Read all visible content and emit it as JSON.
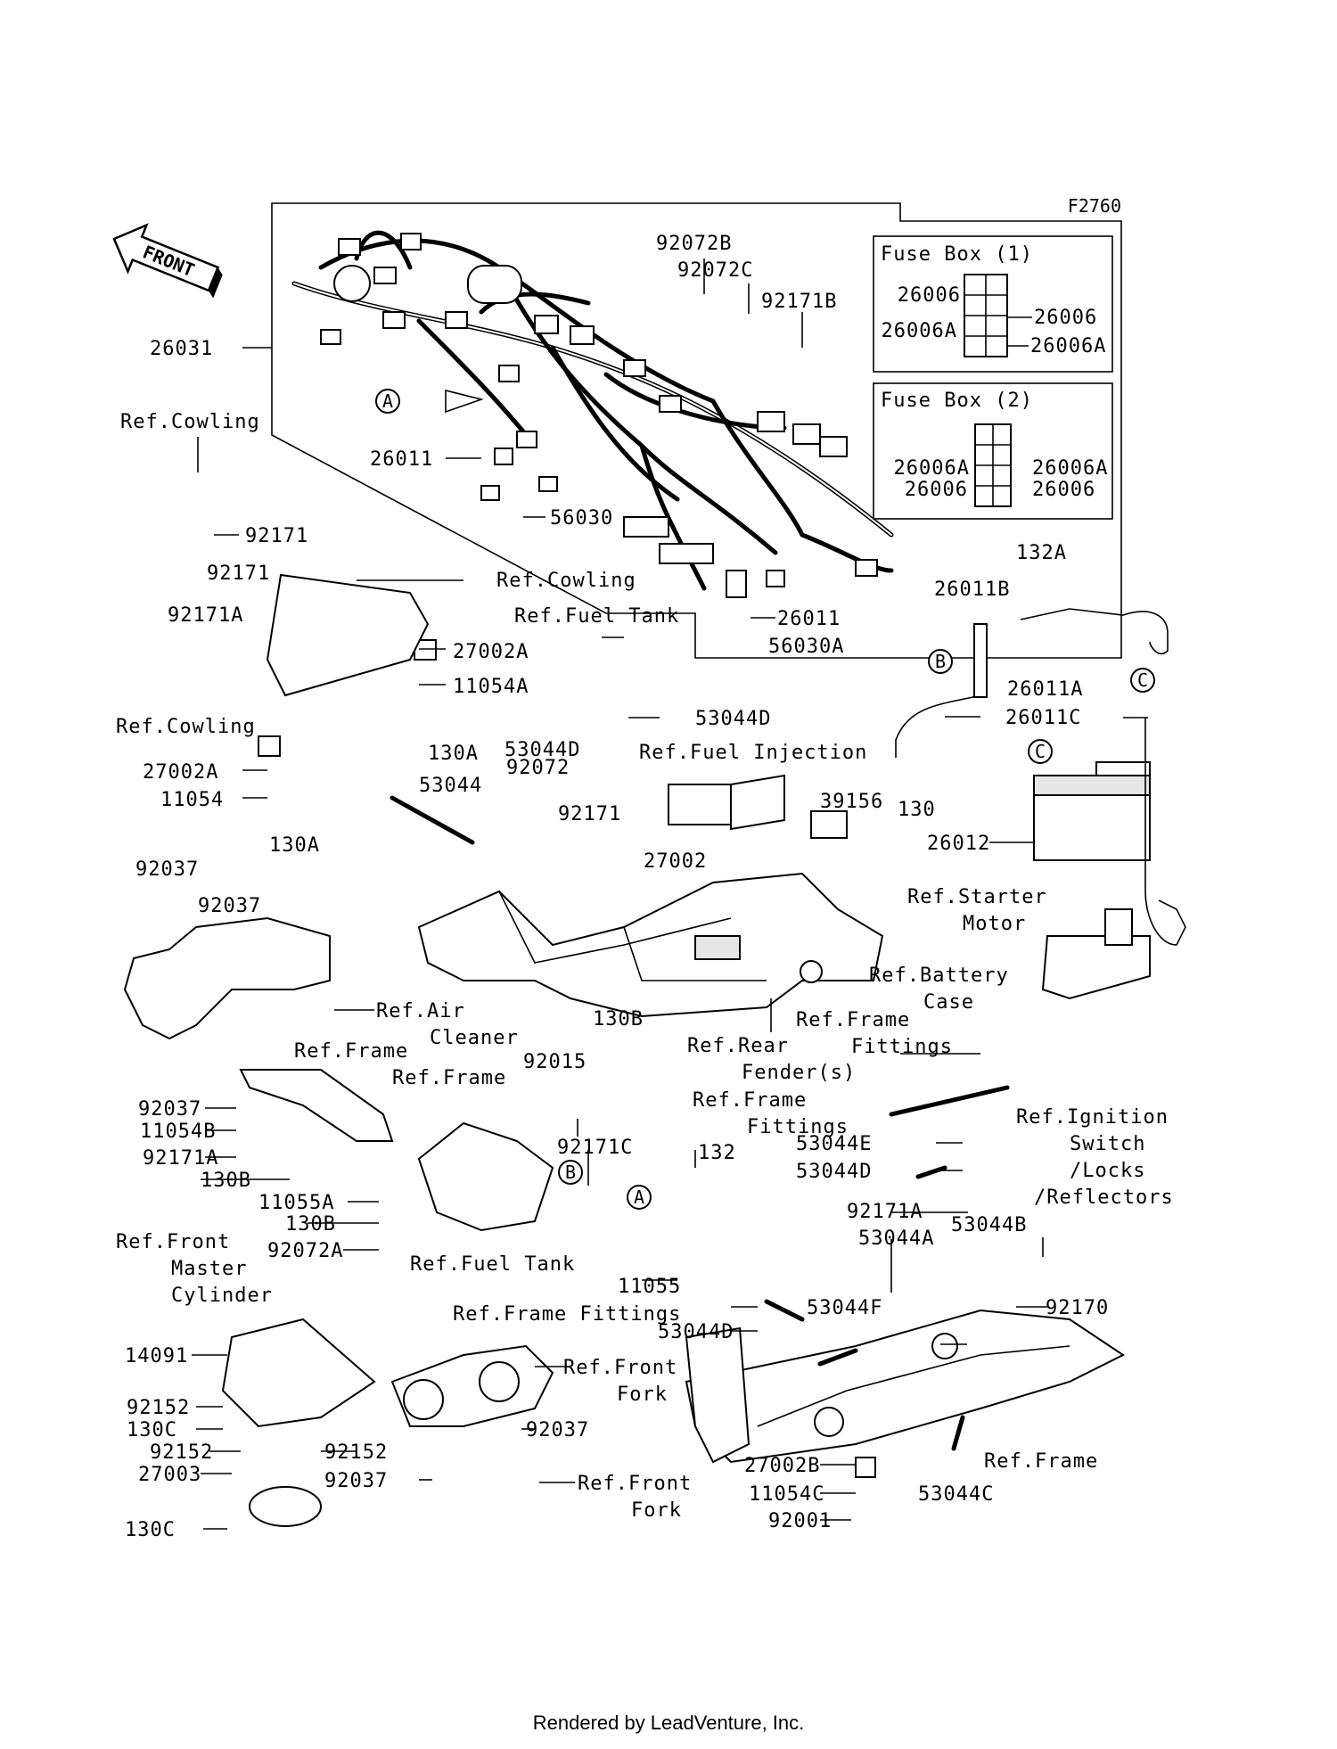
{
  "figure_code": "F2760",
  "front_label": "FRONT",
  "fuse_box_1": {
    "title": "Fuse Box (1)",
    "left": [
      "26006",
      "26006A"
    ],
    "right": [
      "26006",
      "26006A"
    ]
  },
  "fuse_box_2": {
    "title": "Fuse Box (2)",
    "left": [
      "26006A",
      "26006"
    ],
    "right": [
      "26006A",
      "26006"
    ]
  },
  "callouts": {
    "c_a": "A",
    "c_b": "B",
    "c_c": "C",
    "p26031": "26031",
    "p92072B": "92072B",
    "p92072C": "92072C",
    "p92171B": "92171B",
    "p26011_top": "26011",
    "p56030": "56030",
    "p26011_mid": "26011",
    "p56030A": "56030A",
    "ref_cowling_1": "Ref.Cowling",
    "p92171_1": "92171",
    "p92171_2": "92171",
    "ref_cowling_2": "Ref.Cowling",
    "p92171A_1": "92171A",
    "ref_fuel_tank_1": "Ref.Fuel Tank",
    "p27002A_1": "27002A",
    "p11054A": "11054A",
    "ref_cowling_3": "Ref.Cowling",
    "p130A_1": "130A",
    "p53044D_1": "53044D",
    "p53044D_2": "53044D",
    "p27002A_2": "27002A",
    "p11054": "11054",
    "p130A_2": "130A",
    "p53044": "53044",
    "p92072": "92072",
    "ref_fuel_injection": "Ref.Fuel Injection",
    "p92171_3": "92171",
    "p39156": "39156",
    "p27002": "27002",
    "p132A": "132A",
    "p26011B": "26011B",
    "p26011A": "26011A",
    "p26011C": "26011C",
    "p130": "130",
    "p26012": "26012",
    "ref_starter_motor_1": "Ref.Starter",
    "ref_starter_motor_2": "Motor",
    "ref_battery_case_1": "Ref.Battery",
    "ref_battery_case_2": "Case",
    "p92037_1": "92037",
    "p92037_2": "92037",
    "ref_air_cleaner_1": "Ref.Air",
    "ref_air_cleaner_2": "Cleaner",
    "ref_frame_1": "Ref.Frame",
    "p130B_1": "130B",
    "ref_rear_fender_1": "Ref.Rear",
    "ref_rear_fender_2": "Fender(s)",
    "ref_frame_fittings_1a": "Ref.Frame",
    "ref_frame_fittings_1b": "Fittings",
    "ref_frame_2": "Ref.Frame",
    "p92015": "92015",
    "p92037_3": "92037",
    "p11054B": "11054B",
    "p92171A_2": "92171A",
    "p130B_2": "130B",
    "p11055A": "11055A",
    "p130B_3": "130B",
    "p92072A": "92072A",
    "p92171C": "92171C",
    "ref_frame_fittings_2a": "Ref.Frame",
    "ref_frame_fittings_2b": "Fittings",
    "p53044E": "53044E",
    "p53044D_3": "53044D",
    "ref_ignition_1": "Ref.Ignition",
    "ref_ignition_2": "Switch",
    "ref_ignition_3": "/Locks",
    "ref_ignition_4": "/Reflectors",
    "p132": "132",
    "p92171A_3": "92171A",
    "p53044A": "53044A",
    "p53044B": "53044B",
    "ref_front_master_1": "Ref.Front",
    "ref_front_master_2": "Master",
    "ref_front_master_3": "Cylinder",
    "ref_fuel_tank_2": "Ref.Fuel Tank",
    "p11055": "11055",
    "p92170": "92170",
    "ref_frame_fittings_3": "Ref.Frame Fittings",
    "p53044D_4": "53044D",
    "p53044F": "53044F",
    "p14091": "14091",
    "ref_front_fork_1a": "Ref.Front",
    "ref_front_fork_1b": "Fork",
    "p92152_1": "92152",
    "p130C_1": "130C",
    "p92037_4": "92037",
    "p92152_2": "92152",
    "p92152_3": "92152",
    "p27003": "27003",
    "p92037_5": "92037",
    "ref_front_fork_2a": "Ref.Front",
    "ref_front_fork_2b": "Fork",
    "p27002B": "27002B",
    "ref_frame_3": "Ref.Frame",
    "p11054C": "11054C",
    "p53044C": "53044C",
    "p130C_2": "130C",
    "p92001": "92001"
  },
  "footer": "Rendered by LeadVenture, Inc."
}
